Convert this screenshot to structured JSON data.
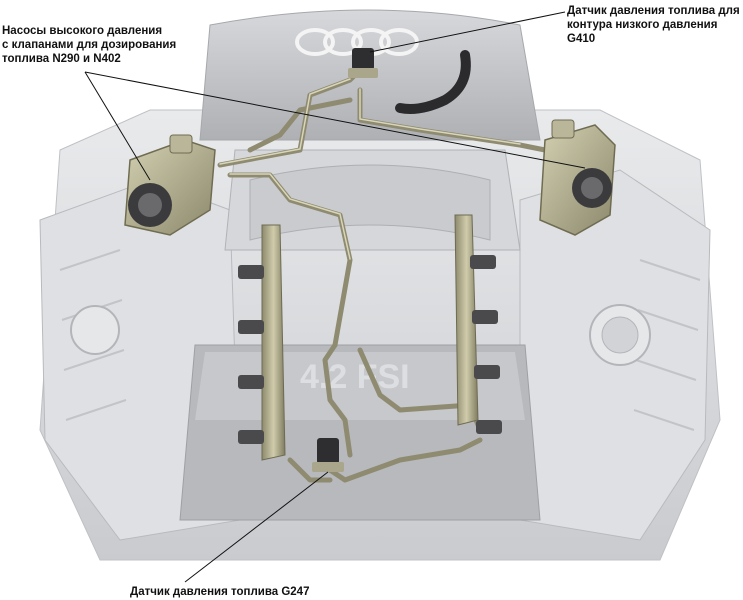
{
  "labels": {
    "pumps": {
      "lines": [
        "Насосы высокого давления",
        "с клапанами для дозирования",
        "топлива N290 и N402"
      ]
    },
    "g410": {
      "lines": [
        "Датчик давления топлива для",
        "контура низкого давления",
        "G410"
      ]
    },
    "g247": {
      "lines": [
        "Датчик давления топлива G247"
      ]
    }
  },
  "engine_marking": "4.2 FSI"
}
